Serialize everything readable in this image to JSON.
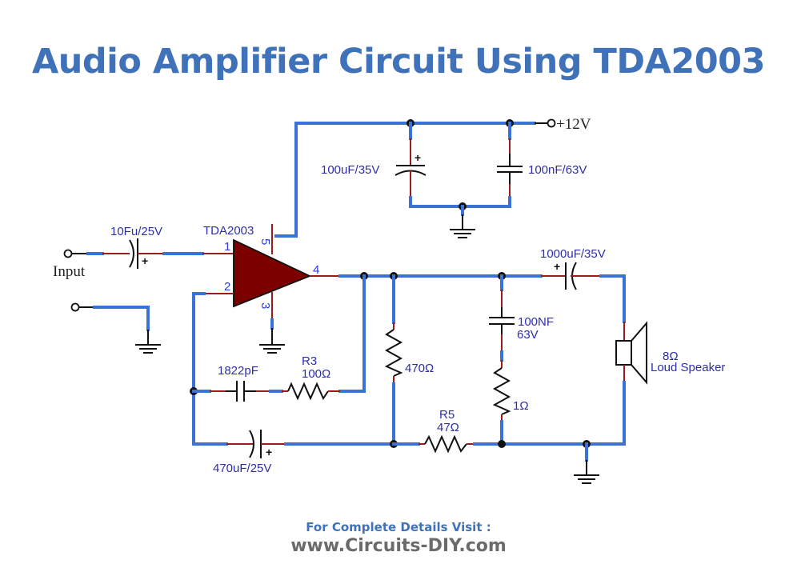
{
  "title": "Audio Amplifier Circuit Using TDA2003",
  "footer": {
    "line1": "For Complete Details Visit :",
    "line2": "www.Circuits-DIY.com"
  },
  "colors": {
    "title": "#3f72b8",
    "wire": "#3a72d6",
    "lead": "#9b1c1c",
    "ic_fill": "#7d0000",
    "label": "#2e2fa6"
  },
  "supply": {
    "label": "+12V"
  },
  "input": {
    "label": "Input"
  },
  "ic": {
    "name": "TDA2003",
    "pins": [
      "1",
      "2",
      "3",
      "4",
      "5"
    ]
  },
  "components": {
    "c_input": "10Fu/25V",
    "c_supply_bulk": "100uF/35V",
    "c_supply_decouple": "100nF/63V",
    "c_feedback": "1822pF",
    "r3_name": "R3",
    "r3_value": "100Ω",
    "c_bootstrap": "470uF/25V",
    "r_load_shunt": "470Ω",
    "r5_name": "R5",
    "r5_value": "47Ω",
    "c_zobel_line1": "100NF",
    "c_zobel_line2": "63V",
    "r_zobel": "1Ω",
    "c_output": "1000uF/35V",
    "speaker_line1": "8Ω",
    "speaker_line2": "Loud Speaker"
  }
}
